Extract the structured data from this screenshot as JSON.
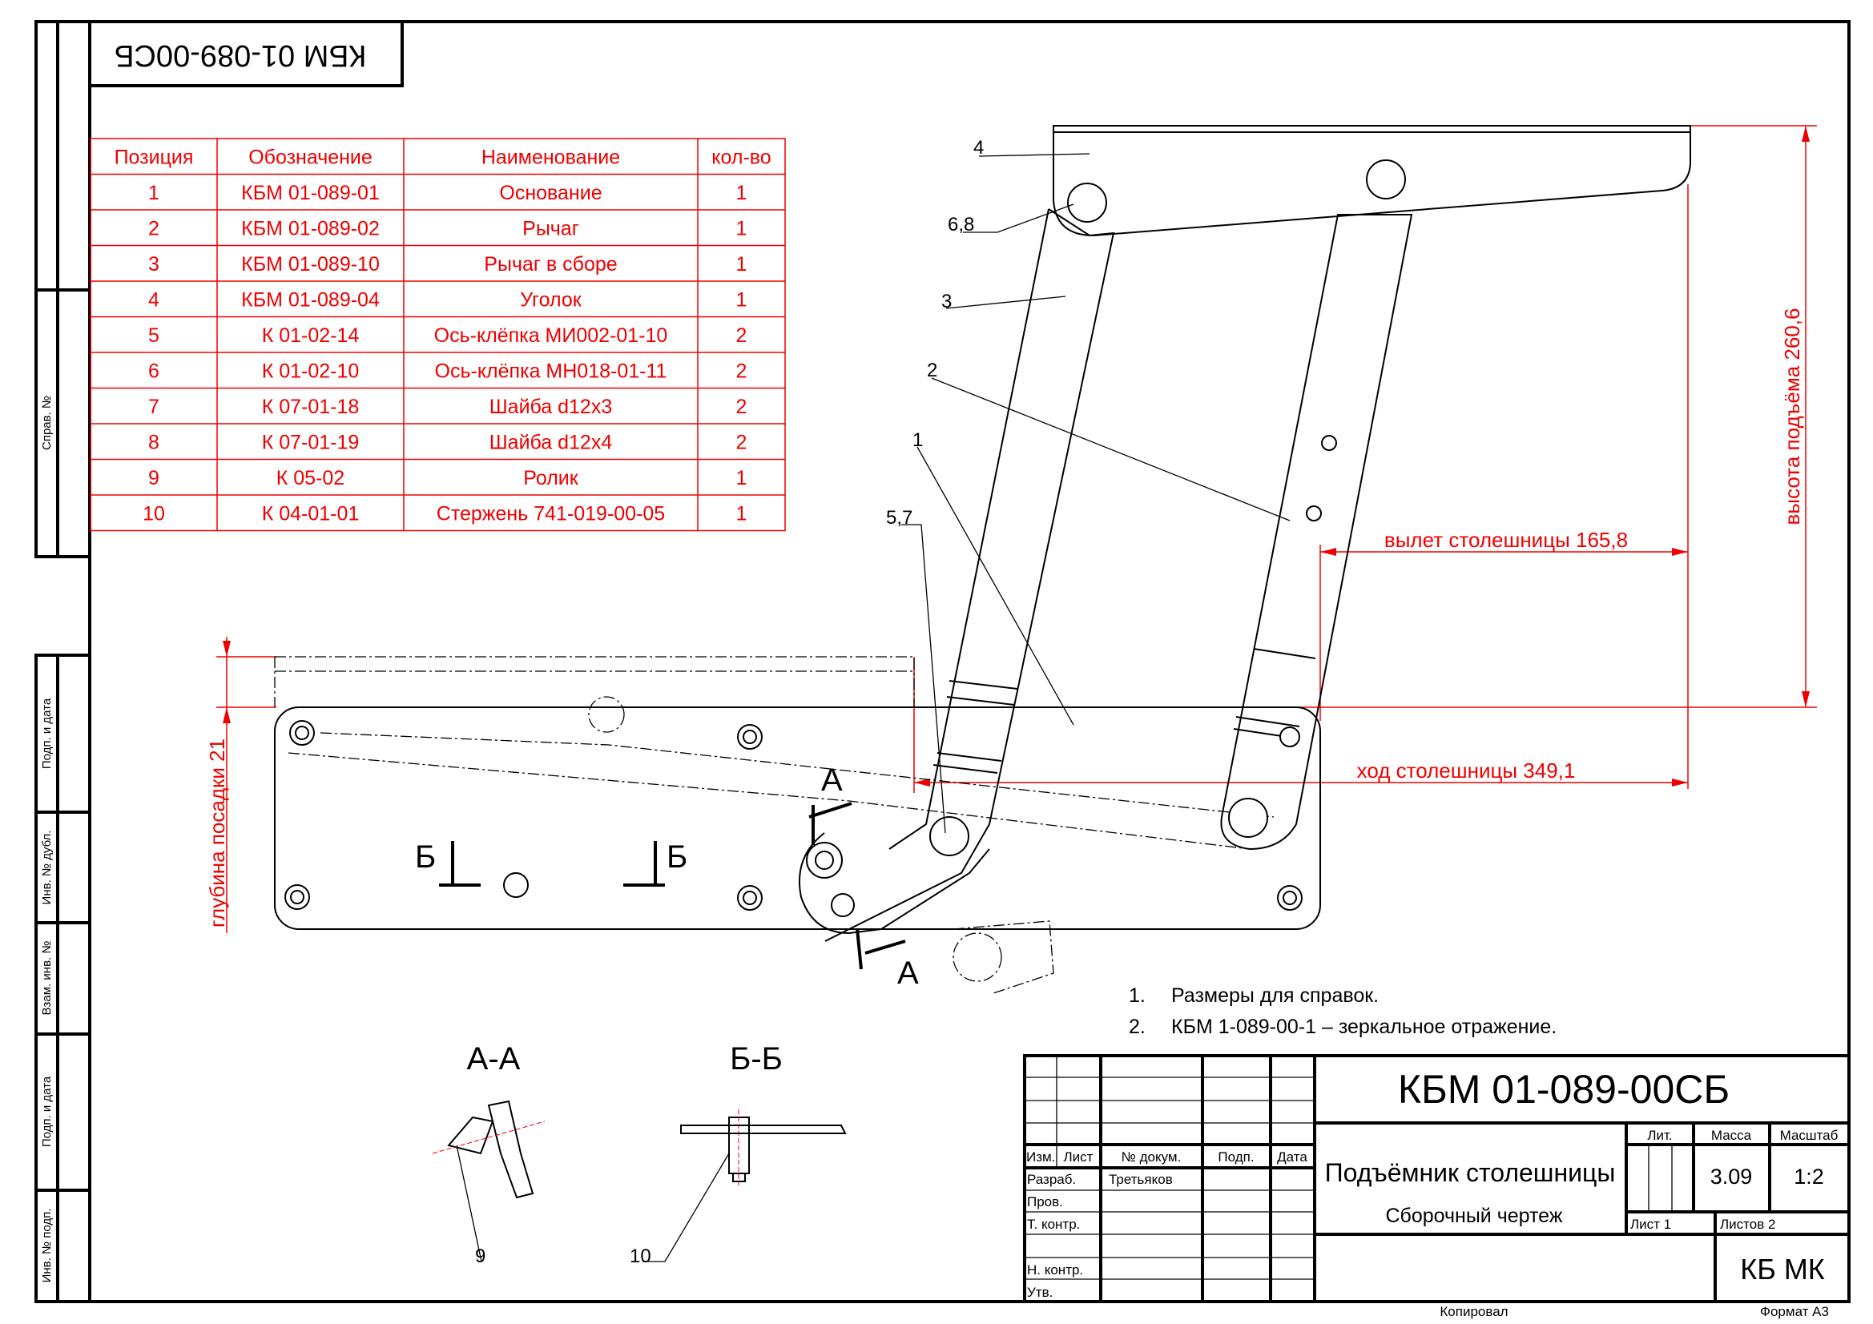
{
  "stamp_mirrored": "КБМ 01-089-00СБ",
  "side_strip": [
    "Справ. №",
    "Подп. и дата",
    "Инв. № дубл.",
    "Взам. инв. №",
    "Подп. и дата",
    "Инв. № подп."
  ],
  "spec_table": {
    "headers": [
      "Позиция",
      "Обозначение",
      "Наименование",
      "кол-во"
    ],
    "rows": [
      [
        "1",
        "КБМ 01-089-01",
        "Основание",
        "1"
      ],
      [
        "2",
        "КБМ 01-089-02",
        "Рычаг",
        "1"
      ],
      [
        "3",
        "КБМ 01-089-10",
        "Рычаг в сборе",
        "1"
      ],
      [
        "4",
        "КБМ 01-089-04",
        "Уголок",
        "1"
      ],
      [
        "5",
        "К 01-02-14",
        "Ось-клёпка МИ002-01-10",
        "2"
      ],
      [
        "6",
        "К 01-02-10",
        "Ось-клёпка МН018-01-11",
        "2"
      ],
      [
        "7",
        "К 07-01-18",
        "Шайба d12x3",
        "2"
      ],
      [
        "8",
        "К 07-01-19",
        "Шайба d12x4",
        "2"
      ],
      [
        "9",
        "К 05-02",
        "Ролик",
        "1"
      ],
      [
        "10",
        "К 04-01-01",
        "Стержень 741-019-00-05",
        "1"
      ]
    ]
  },
  "leaders": {
    "p4": "4",
    "p68": "6,8",
    "p3": "3",
    "p2": "2",
    "p1": "1",
    "p57": "5,7",
    "p9": "9",
    "p10": "10"
  },
  "dimensions": {
    "overhang": "вылет столешницы 165,8",
    "travel": "ход столешницы 349,1",
    "lift_height": "высота подъёма 260,6",
    "depth": "глубина посадки 21"
  },
  "section_marks": {
    "a": "А",
    "b": "Б",
    "aa": "А-А",
    "bb": "Б-Б"
  },
  "notes": [
    {
      "num": "1.",
      "text": "Размеры для справок."
    },
    {
      "num": "2.",
      "text": "КБМ 1-089-00-1 – зеркальное отражение."
    }
  ],
  "title_block": {
    "designation": "КБМ 01-089-00СБ",
    "name": "Подъёмник столешницы",
    "doc_type": "Сборочный чертеж",
    "headers": {
      "izm": "Изм.",
      "list": "Лист",
      "doc": "№ докум.",
      "sign": "Подп.",
      "date": "Дата"
    },
    "roles": {
      "dev": "Разраб.",
      "check": "Пров.",
      "tcontrol": "Т. контр.",
      "ncontrol": "Н. контр.",
      "approve": "Утв."
    },
    "developer": "Третьяков",
    "lit_label": "Лит.",
    "mass_label": "Масса",
    "scale_label": "Масштаб",
    "mass": "3.09",
    "scale": "1:2",
    "sheet": "Лист 1",
    "sheets": "Листов 2",
    "org": "КБ МК",
    "copied": "Копировал",
    "format": "Формат А3"
  },
  "colors": {
    "annotation": "#e00000",
    "line": "#000000"
  }
}
